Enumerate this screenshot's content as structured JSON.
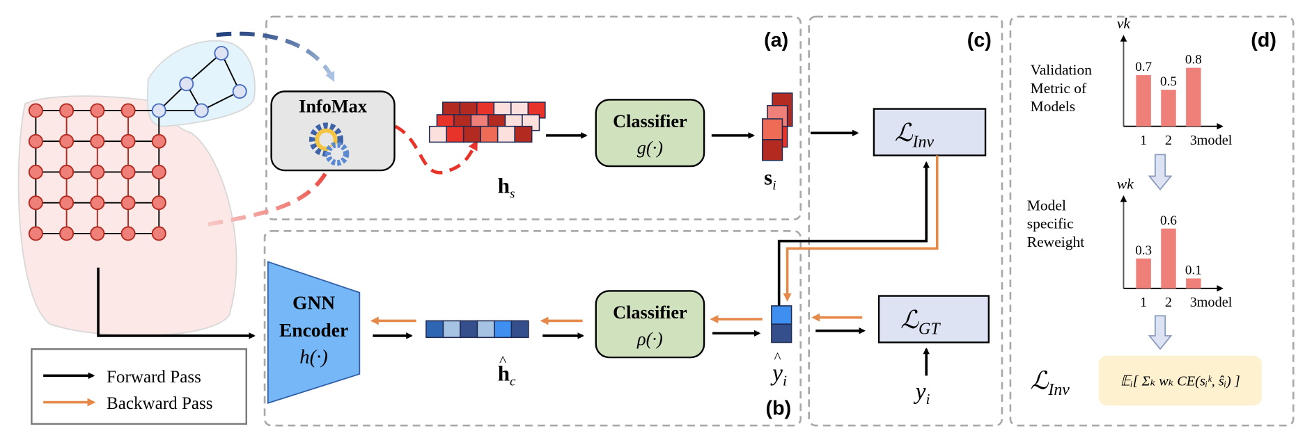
{
  "panels": {
    "a": "(a)",
    "b": "(b)",
    "c": "(c)",
    "d": "(d)"
  },
  "infomax": {
    "label": "InfoMax"
  },
  "classifier_top": {
    "label": "Classifier",
    "func": "g(·)"
  },
  "classifier_bottom": {
    "label": "Classifier",
    "func": "ρ(·)"
  },
  "encoder": {
    "line1": "GNN",
    "line2": "Encoder",
    "func": "h(·)"
  },
  "symbols": {
    "h_s": "h",
    "h_s_sub": "s",
    "s_i": "s",
    "s_i_sub": "i",
    "h_c": "h",
    "h_c_sub": "c",
    "y_hat": "y",
    "y_hat_sub": "i",
    "y_i": "y",
    "y_i_sub": "i"
  },
  "losses": {
    "inv": "ℒ",
    "inv_sub": "Inv",
    "gt": "ℒ",
    "gt_sub": "GT"
  },
  "legend": {
    "forward": "Forward Pass",
    "backward": "Backward Pass"
  },
  "colors": {
    "forward": "#000000",
    "backward": "#e5894a",
    "bar": "#ef8079",
    "formula_bg": "#fdf1cf"
  },
  "panel_d": {
    "validation_label": [
      "Validation",
      "Metric of",
      "Models"
    ],
    "reweight_label": [
      "Model",
      "specific",
      "Reweight"
    ],
    "loss_label": "ℒ",
    "loss_sub": "Inv",
    "formula": "𝔼ᵢ[ Σₖ wₖ CE(sᵢᵏ, ŝᵢ) ]"
  },
  "chart_data": [
    {
      "type": "bar",
      "title": "",
      "ylabel": "v_k",
      "xlabel": "model",
      "categories": [
        "1",
        "2",
        "3"
      ],
      "values": [
        0.7,
        0.5,
        0.8
      ],
      "value_labels": [
        "0.7",
        "0.5",
        "0.8"
      ],
      "ylim": [
        0,
        1
      ]
    },
    {
      "type": "bar",
      "title": "",
      "ylabel": "w_k",
      "xlabel": "model",
      "categories": [
        "1",
        "2",
        "3"
      ],
      "values": [
        0.3,
        0.6,
        0.1
      ],
      "value_labels": [
        "0.3",
        "0.6",
        "0.1"
      ],
      "ylim": [
        0,
        0.75
      ]
    }
  ]
}
